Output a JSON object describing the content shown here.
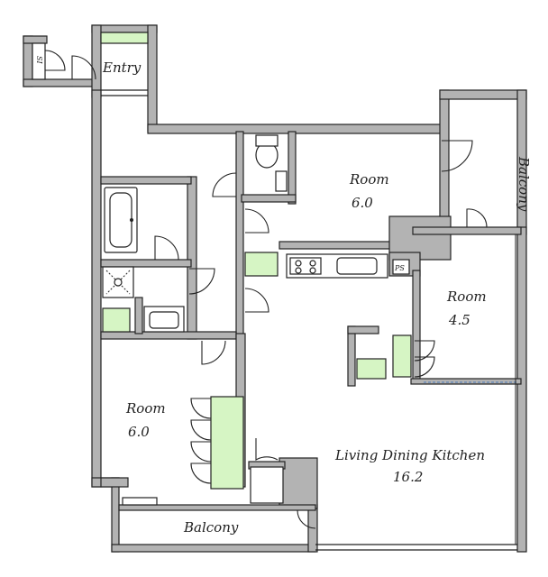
{
  "rooms": {
    "entry": "Entry",
    "room_top": {
      "name": "Room",
      "size": "6.0"
    },
    "balcony_side": "Balcony",
    "room_right": {
      "name": "Room",
      "size": "4.5"
    },
    "room_left": {
      "name": "Room",
      "size": "6.0"
    },
    "ldk": {
      "name": "Living Dining Kitchen",
      "size": "16.2"
    },
    "balcony_bottom": "Balcony"
  },
  "fixtures": {
    "shoe_storage": "SI",
    "pipe_space": "PS"
  },
  "colors": {
    "wall": "#b3b3b3",
    "storage": "#d6f5c4",
    "line": "#222222"
  }
}
